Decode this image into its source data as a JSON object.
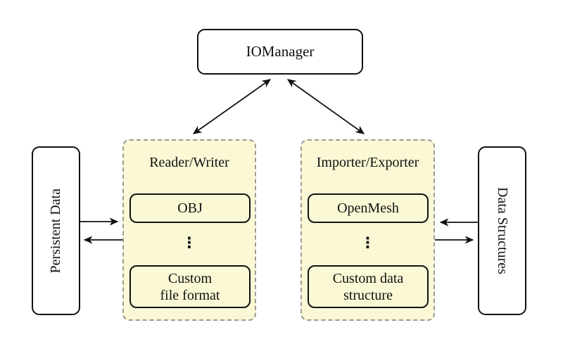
{
  "colors": {
    "background": "#ffffff",
    "container_fill": "#fbf8d5",
    "container_border": "#9a9a9a",
    "node_fill": "#ffffff",
    "node_border": "#111111",
    "arrow": "#111111"
  },
  "nodes": {
    "io_manager": {
      "label": "IOManager"
    },
    "persistent_data": {
      "label": "Persistent Data"
    },
    "data_structures": {
      "label": "Data Structures"
    },
    "reader_writer": {
      "title": "Reader/Writer",
      "ellipsis": "⋮",
      "items": [
        {
          "label": "OBJ"
        },
        {
          "label": "Custom\nfile format"
        }
      ]
    },
    "importer_exporter": {
      "title": "Importer/Exporter",
      "ellipsis": "⋮",
      "items": [
        {
          "label": "OpenMesh"
        },
        {
          "label": "Custom data\nstructure"
        }
      ]
    }
  },
  "edges": [
    {
      "from": "io_manager",
      "to": "reader_writer",
      "style": "bidirectional"
    },
    {
      "from": "io_manager",
      "to": "importer_exporter",
      "style": "bidirectional"
    },
    {
      "from": "persistent_data",
      "to": "reader_writer",
      "style": "one-way"
    },
    {
      "from": "reader_writer",
      "to": "persistent_data",
      "style": "one-way"
    },
    {
      "from": "data_structures",
      "to": "importer_exporter",
      "style": "one-way"
    },
    {
      "from": "importer_exporter",
      "to": "data_structures",
      "style": "one-way"
    }
  ]
}
